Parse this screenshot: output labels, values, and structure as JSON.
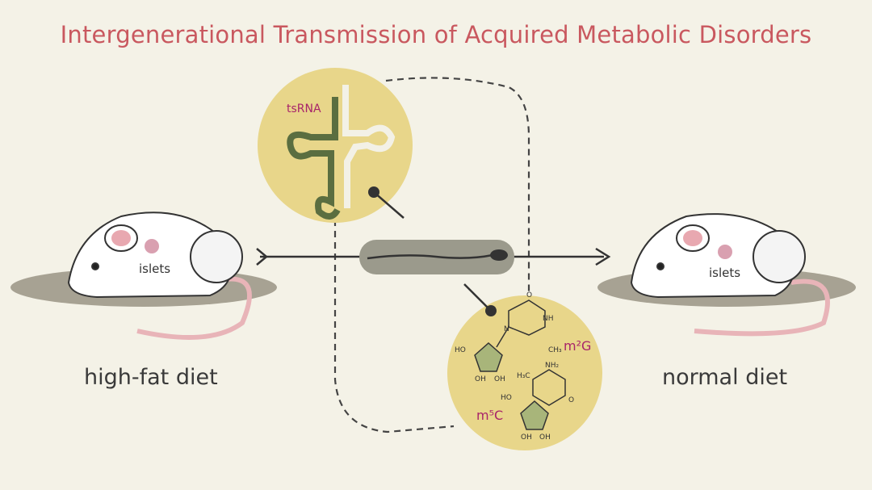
{
  "title": "Intergenerational Transmission of Acquired Metabolic Disorders",
  "left_mouse": {
    "label": "high-fat diet",
    "organ_label": "islets"
  },
  "right_mouse": {
    "label": "normal diet",
    "organ_label": "islets"
  },
  "top_circle": {
    "label": "tsRNA"
  },
  "bottom_circle": {
    "labels": [
      "m²G",
      "m⁵C"
    ],
    "chem": {
      "o": "O",
      "nh": "NH",
      "n": "N",
      "ch3": "CH₃",
      "ho": "HO",
      "oh": "OH",
      "nh2": "NH₂",
      "h3c": "H₃C"
    }
  },
  "colors": {
    "title": "#c9585f",
    "circle": "#e8d68a",
    "label": "#a8246a",
    "background": "#f4f2e7"
  }
}
